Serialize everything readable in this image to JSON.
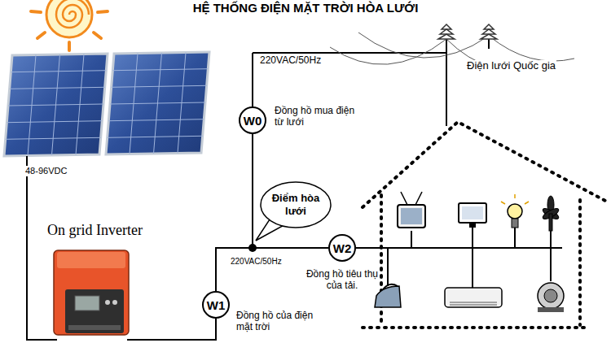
{
  "diagram": {
    "title": "HỆ THỐNG ĐIỆN MẶT TRỜI HÒA LƯỚI",
    "nodes": [
      {
        "text": [
          "W0",
          "Đồng hồ mua điện từ lưới"
        ]
      },
      {
        "text": [
          "Điểm hòa lưới"
        ]
      },
      {
        "text": [
          "W2",
          "Đồng hồ tiêu thụ của tải."
        ]
      },
      {
        "text": [
          "W1",
          "Đồng hồ của điện mặt trời"
        ]
      }
    ],
    "edges": [
      {
        "from": 0,
        "to": 2,
        "arrow": "none"
      },
      {
        "from": 3,
        "to": 2,
        "arrow": "none"
      }
    ],
    "labels": [
      "48-96VDC",
      "220VAC/50Hz",
      "Điện lưới Quốc gia",
      "220VAC/50Hz",
      "On grid Inverter"
    ]
  }
}
